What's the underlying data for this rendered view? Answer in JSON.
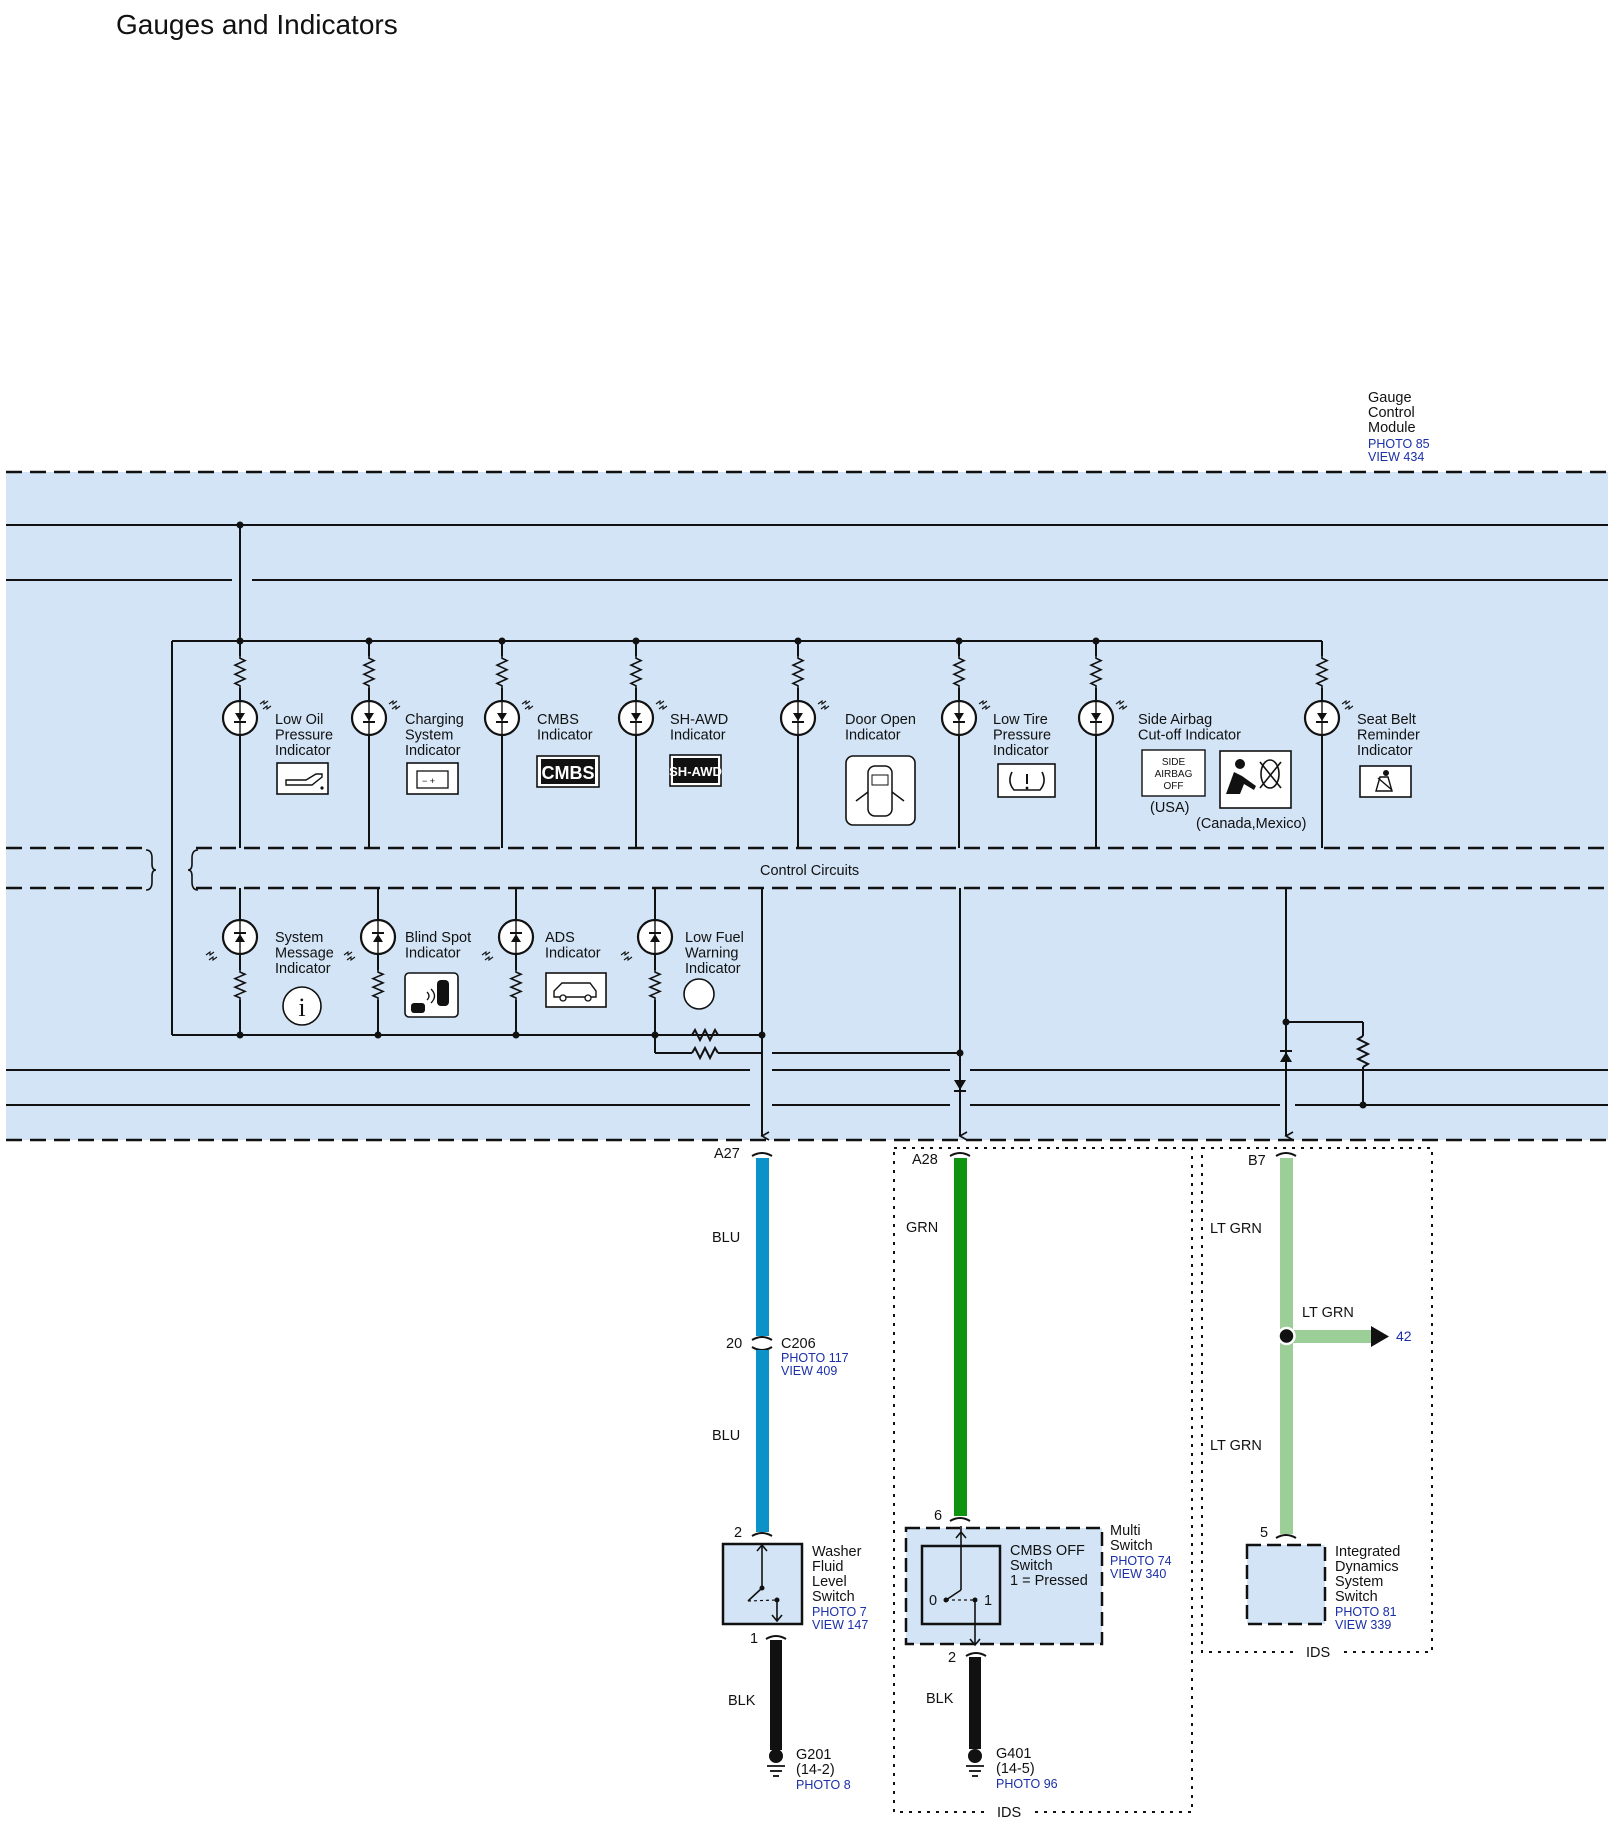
{
  "title": "Gauges and Indicators",
  "module": {
    "name": [
      "Gauge",
      "Control",
      "Module"
    ],
    "photo": "PHOTO 85",
    "view": "VIEW 434"
  },
  "control_label": "Control Circuits",
  "top_indicators": [
    {
      "lines": [
        "Low Oil",
        "Pressure",
        "Indicator"
      ],
      "icon": "oil-can-icon"
    },
    {
      "lines": [
        "Charging",
        "System",
        "Indicator"
      ],
      "icon": "battery-icon"
    },
    {
      "lines": [
        "CMBS",
        "Indicator"
      ],
      "icon": "cmbs-icon",
      "icon_text": "CMBS"
    },
    {
      "lines": [
        "SH-AWD",
        "Indicator"
      ],
      "icon": "shawd-icon",
      "icon_text": "SH-AWD"
    },
    {
      "lines": [
        "Door Open",
        "Indicator"
      ],
      "icon": "door-open-car-icon"
    },
    {
      "lines": [
        "Low Tire",
        "Pressure",
        "Indicator"
      ],
      "icon": "tire-pressure-icon"
    },
    {
      "lines": [
        "Side Airbag",
        "Cut-off Indicator"
      ],
      "icon": "side-airbag-off-icon",
      "icon_text": [
        "SIDE",
        "AIRBAG",
        "OFF"
      ],
      "usa": "(USA)",
      "canada": "(Canada,Mexico)"
    },
    {
      "lines": [
        "Seat Belt",
        "Reminder",
        "Indicator"
      ],
      "icon": "seat-belt-icon"
    }
  ],
  "bottom_indicators": [
    {
      "lines": [
        "System",
        "Message",
        "Indicator"
      ],
      "icon": "info-icon",
      "icon_text": "i"
    },
    {
      "lines": [
        "Blind Spot",
        "Indicator"
      ],
      "icon": "blind-spot-icon"
    },
    {
      "lines": [
        "ADS",
        "Indicator"
      ],
      "icon": "ads-car-icon"
    },
    {
      "lines": [
        "Low Fuel",
        "Warning",
        "Indicator"
      ],
      "icon": "fuel-circle-icon"
    }
  ],
  "circuits": {
    "a27": {
      "terminal": "A27",
      "wire1": "BLU",
      "wire2": "BLU",
      "color": "#0b93c9",
      "connector": {
        "pin": "20",
        "name": "C206",
        "photo": "PHOTO 117",
        "view": "VIEW 409"
      },
      "switch": {
        "pin_top": "2",
        "pin_bottom": "1",
        "name": [
          "Washer",
          "Fluid",
          "Level",
          "Switch"
        ],
        "photo": "PHOTO 7",
        "view": "VIEW 147"
      },
      "ground_wire": "BLK",
      "ground": {
        "name": "G201",
        "ref": "(14-2)",
        "photo": "PHOTO 8"
      }
    },
    "a28": {
      "terminal": "A28",
      "wire": "GRN",
      "color": "#0f9410",
      "switch": {
        "pin_top": "6",
        "pin_bottom": "2",
        "inner": [
          "CMBS OFF",
          "Switch",
          "1 = Pressed"
        ],
        "pos0": "0",
        "pos1": "1",
        "name": [
          "Multi",
          "Switch"
        ],
        "photo": "PHOTO 74",
        "view": "VIEW 340"
      },
      "ground_wire": "BLK",
      "ground": {
        "name": "G401",
        "ref": "(14-5)",
        "photo": "PHOTO 96"
      },
      "group": "IDS"
    },
    "b7": {
      "terminal": "B7",
      "wire1": "LT GRN",
      "wire2": "LT GRN",
      "branch_wire": "LT GRN",
      "branch_ref": "42",
      "color": "#9ccf97",
      "switch": {
        "pin": "5",
        "name": [
          "Integrated",
          "Dynamics",
          "System",
          "Switch"
        ],
        "photo": "PHOTO 81",
        "view": "VIEW 339"
      },
      "group": "IDS"
    }
  },
  "colors": {
    "module_fill": "#d2e4f6",
    "black_wire": "#111111",
    "ref_text": "#1a2fa8"
  }
}
